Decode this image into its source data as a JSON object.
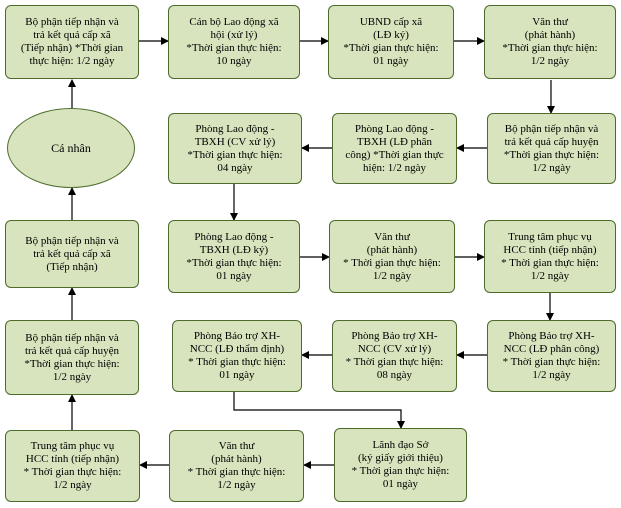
{
  "nodes": {
    "n1": "Bộ phận tiếp nhận và\ntrả kết quả cấp xã\n(Tiếp nhận) *Thời gian\nthực hiện:  1/2 ngày",
    "n2": "Cán bộ Lao động xã\nhội (xử lý)\n*Thời gian thực hiện:\n10 ngày",
    "n3": "UBND cấp xã\n(LĐ ký)\n*Thời gian thực hiện:\n01 ngày",
    "n4": "Văn thư\n(phát hành)\n*Thời gian thực hiện:\n1/2 ngày",
    "n5": "Cá nhân",
    "n6": "Phòng Lao động -\nTBXH (CV xử lý)\n*Thời gian thực hiện:\n04 ngày",
    "n7": "Phòng Lao động -\nTBXH (LĐ phân\ncông) *Thời gian thực\nhiện:   1/2 ngày",
    "n8": "Bộ phận tiếp nhận và\ntrả kết quả cấp huyện\n*Thời gian thực hiện:\n1/2 ngày",
    "n9": "Bộ phận tiếp nhận và\ntrả kết quả cấp xã\n(Tiếp nhận)",
    "n10": "Phòng Lao động -\nTBXH (LĐ ký)\n*Thời gian thực hiện:\n01 ngày",
    "n11": "Văn thư\n(phát hành)\n* Thời gian thực hiện:\n1/2 ngày",
    "n12": "Trung tâm phục vụ\nHCC tỉnh (tiếp nhận)\n* Thời gian thực hiện:\n1/2  ngày",
    "n13": "Bộ phận tiếp nhận và\ntrả kết quả cấp huyện\n*Thời gian thực hiện:\n1/2 ngày",
    "n14": "Phòng Bảo trợ XH-\nNCC (LĐ thẩm định)\n* Thời gian thực hiện:\n01 ngày",
    "n15": "Phòng Bảo trợ XH-\nNCC (CV xử lý)\n* Thời gian thực hiện:\n08  ngày",
    "n16": "Phòng Bảo trợ XH-\nNCC (LĐ phân công)\n* Thời gian thực hiện:\n1/2 ngày",
    "n17": "Trung tâm phục vụ\nHCC tỉnh (tiếp nhận)\n* Thời gian thực hiện:\n1/2  ngày",
    "n18": "Văn thư\n(phát hành)\n* Thời gian thực hiện:\n1/2 ngày",
    "n19": "Lãnh đạo Sở\n(ký  giấy giới thiệu)\n* Thời gian thực hiện:\n01 ngày"
  }
}
